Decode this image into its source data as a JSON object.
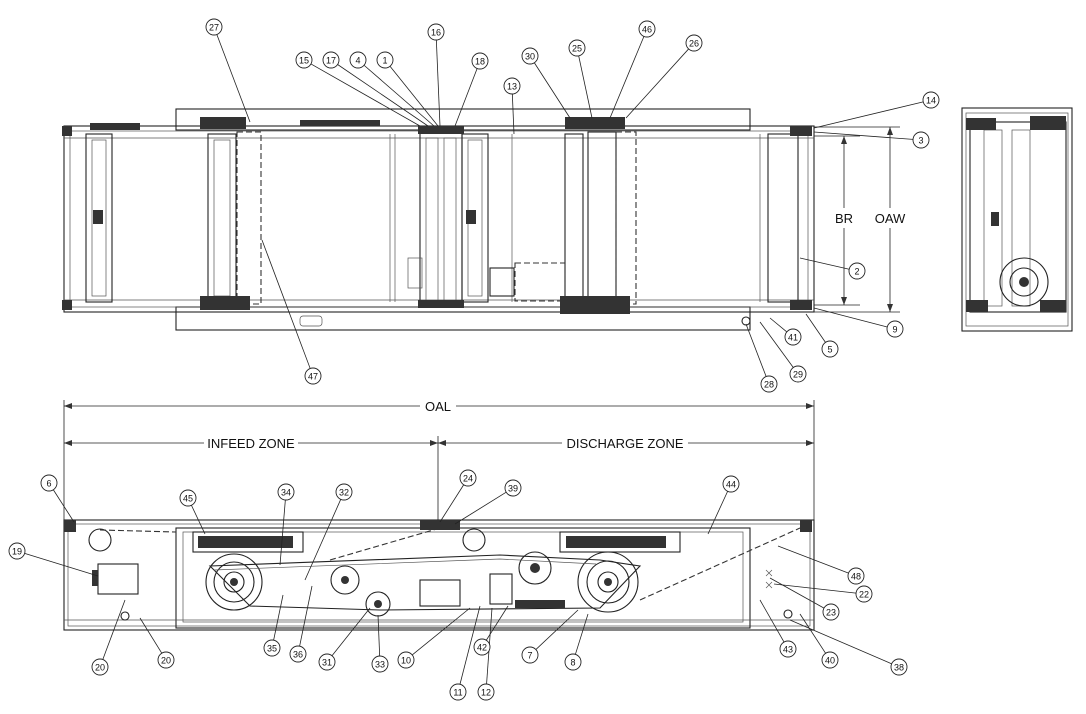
{
  "dimensions": {
    "br": "BR",
    "oaw": "OAW",
    "oal": "OAL",
    "infeed_zone": "INFEED ZONE",
    "discharge_zone": "DISCHARGE ZONE"
  },
  "balloons": [
    "27",
    "16",
    "15",
    "17",
    "4",
    "1",
    "18",
    "13",
    "30",
    "25",
    "46",
    "26",
    "14",
    "3",
    "2",
    "9",
    "5",
    "41",
    "29",
    "28",
    "47",
    "6",
    "45",
    "34",
    "32",
    "24",
    "39",
    "44",
    "19",
    "48",
    "22",
    "23",
    "20",
    "20",
    "35",
    "36",
    "31",
    "33",
    "10",
    "11",
    "12",
    "42",
    "7",
    "8",
    "43",
    "40",
    "38"
  ],
  "colors": {
    "line": "#222222",
    "background": "#ffffff"
  }
}
